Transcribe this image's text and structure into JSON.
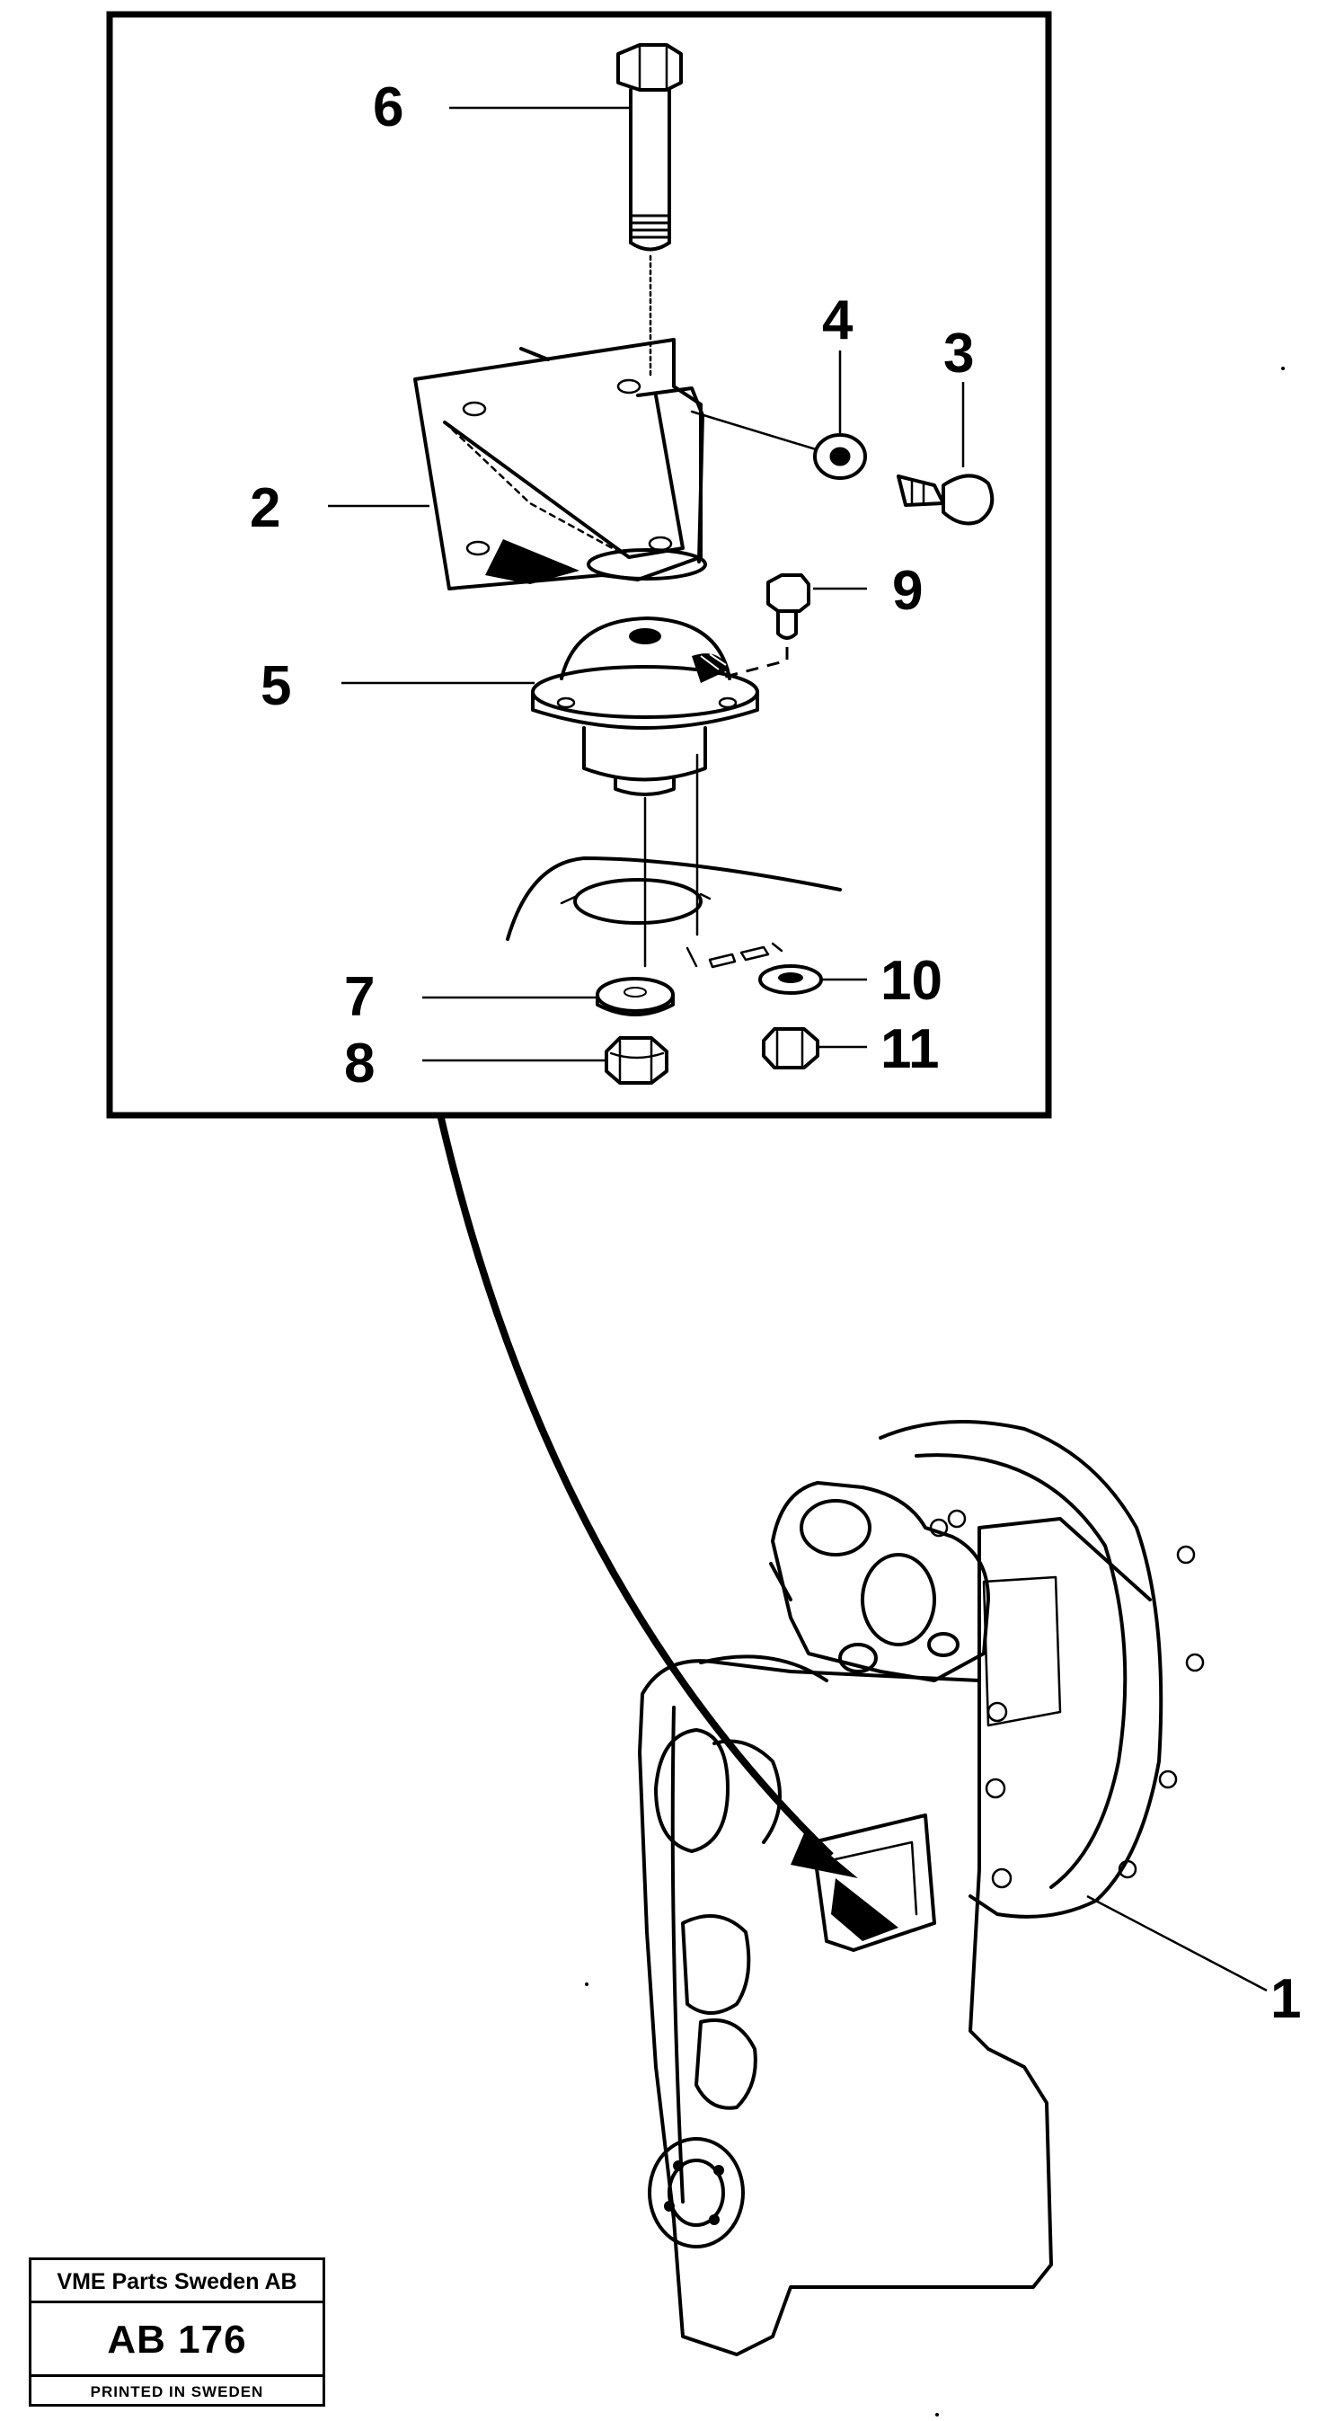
{
  "callouts": {
    "c1": "1",
    "c2": "2",
    "c3": "3",
    "c4": "4",
    "c5": "5",
    "c6": "6",
    "c7": "7",
    "c8": "8",
    "c9": "9",
    "c10": "10",
    "c11": "11"
  },
  "title_block": {
    "company": "VME Parts Sweden AB",
    "code": "AB 176",
    "printed": "PRINTED IN SWEDEN"
  },
  "colors": {
    "ink": "#000000",
    "paper": "#ffffff"
  }
}
